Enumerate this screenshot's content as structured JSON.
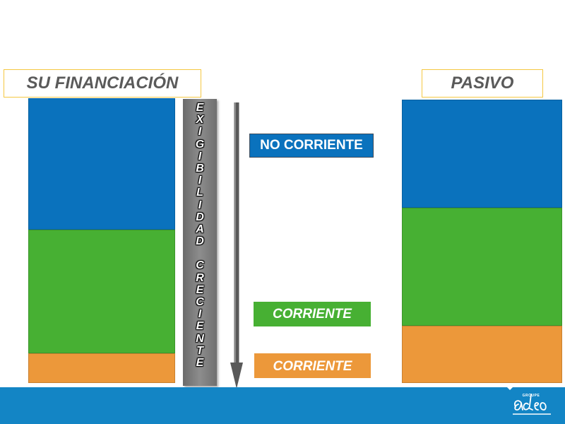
{
  "left": {
    "title": "SU FINANCIACIÓN",
    "colors": [
      "#0a72bd",
      "#47b033",
      "#ec983a"
    ]
  },
  "right": {
    "title": "PASIVO",
    "colors": [
      "#0a72bd",
      "#47b033",
      "#ec983a"
    ]
  },
  "exigibilidad": {
    "letters": [
      "E",
      "X",
      "I",
      "G",
      "I",
      "B",
      "I",
      "L",
      "I",
      "D",
      "A",
      "D",
      " ",
      "C",
      "R",
      "E",
      "C",
      "I",
      "E",
      "N",
      "T",
      "E"
    ]
  },
  "labels": {
    "no_corriente": "NO CORRIENTE",
    "corriente_green": "CORRIENTE",
    "corriente_orange": "CORRIENTE"
  },
  "logo": {
    "small_text": "GROUPE",
    "brand": "adeo"
  }
}
